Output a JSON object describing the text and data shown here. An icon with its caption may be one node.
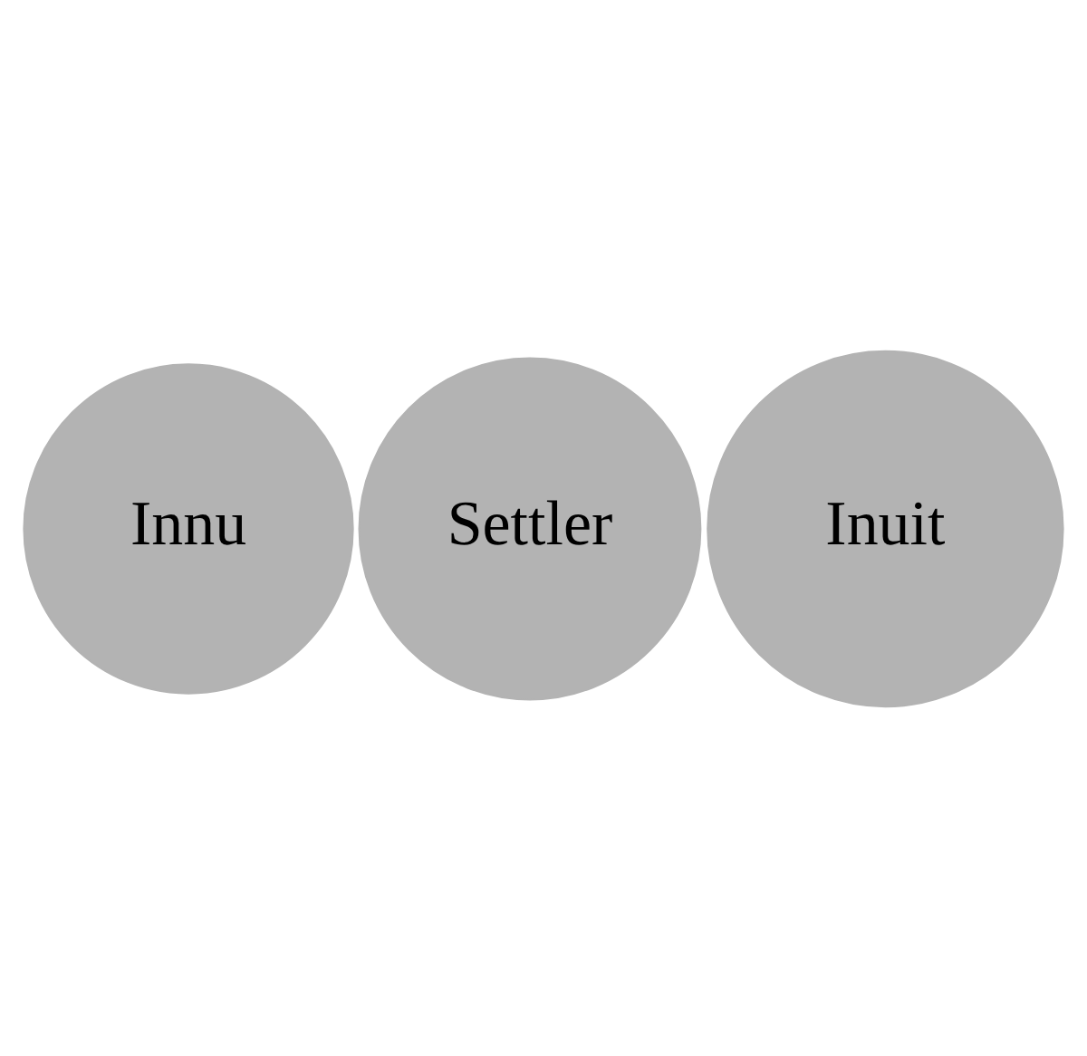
{
  "diagram": {
    "nodes": [
      {
        "text": [
          "Innu"
        ]
      },
      {
        "text": [
          "Settler"
        ]
      },
      {
        "text": [
          "Inuit"
        ]
      }
    ],
    "edges": []
  }
}
